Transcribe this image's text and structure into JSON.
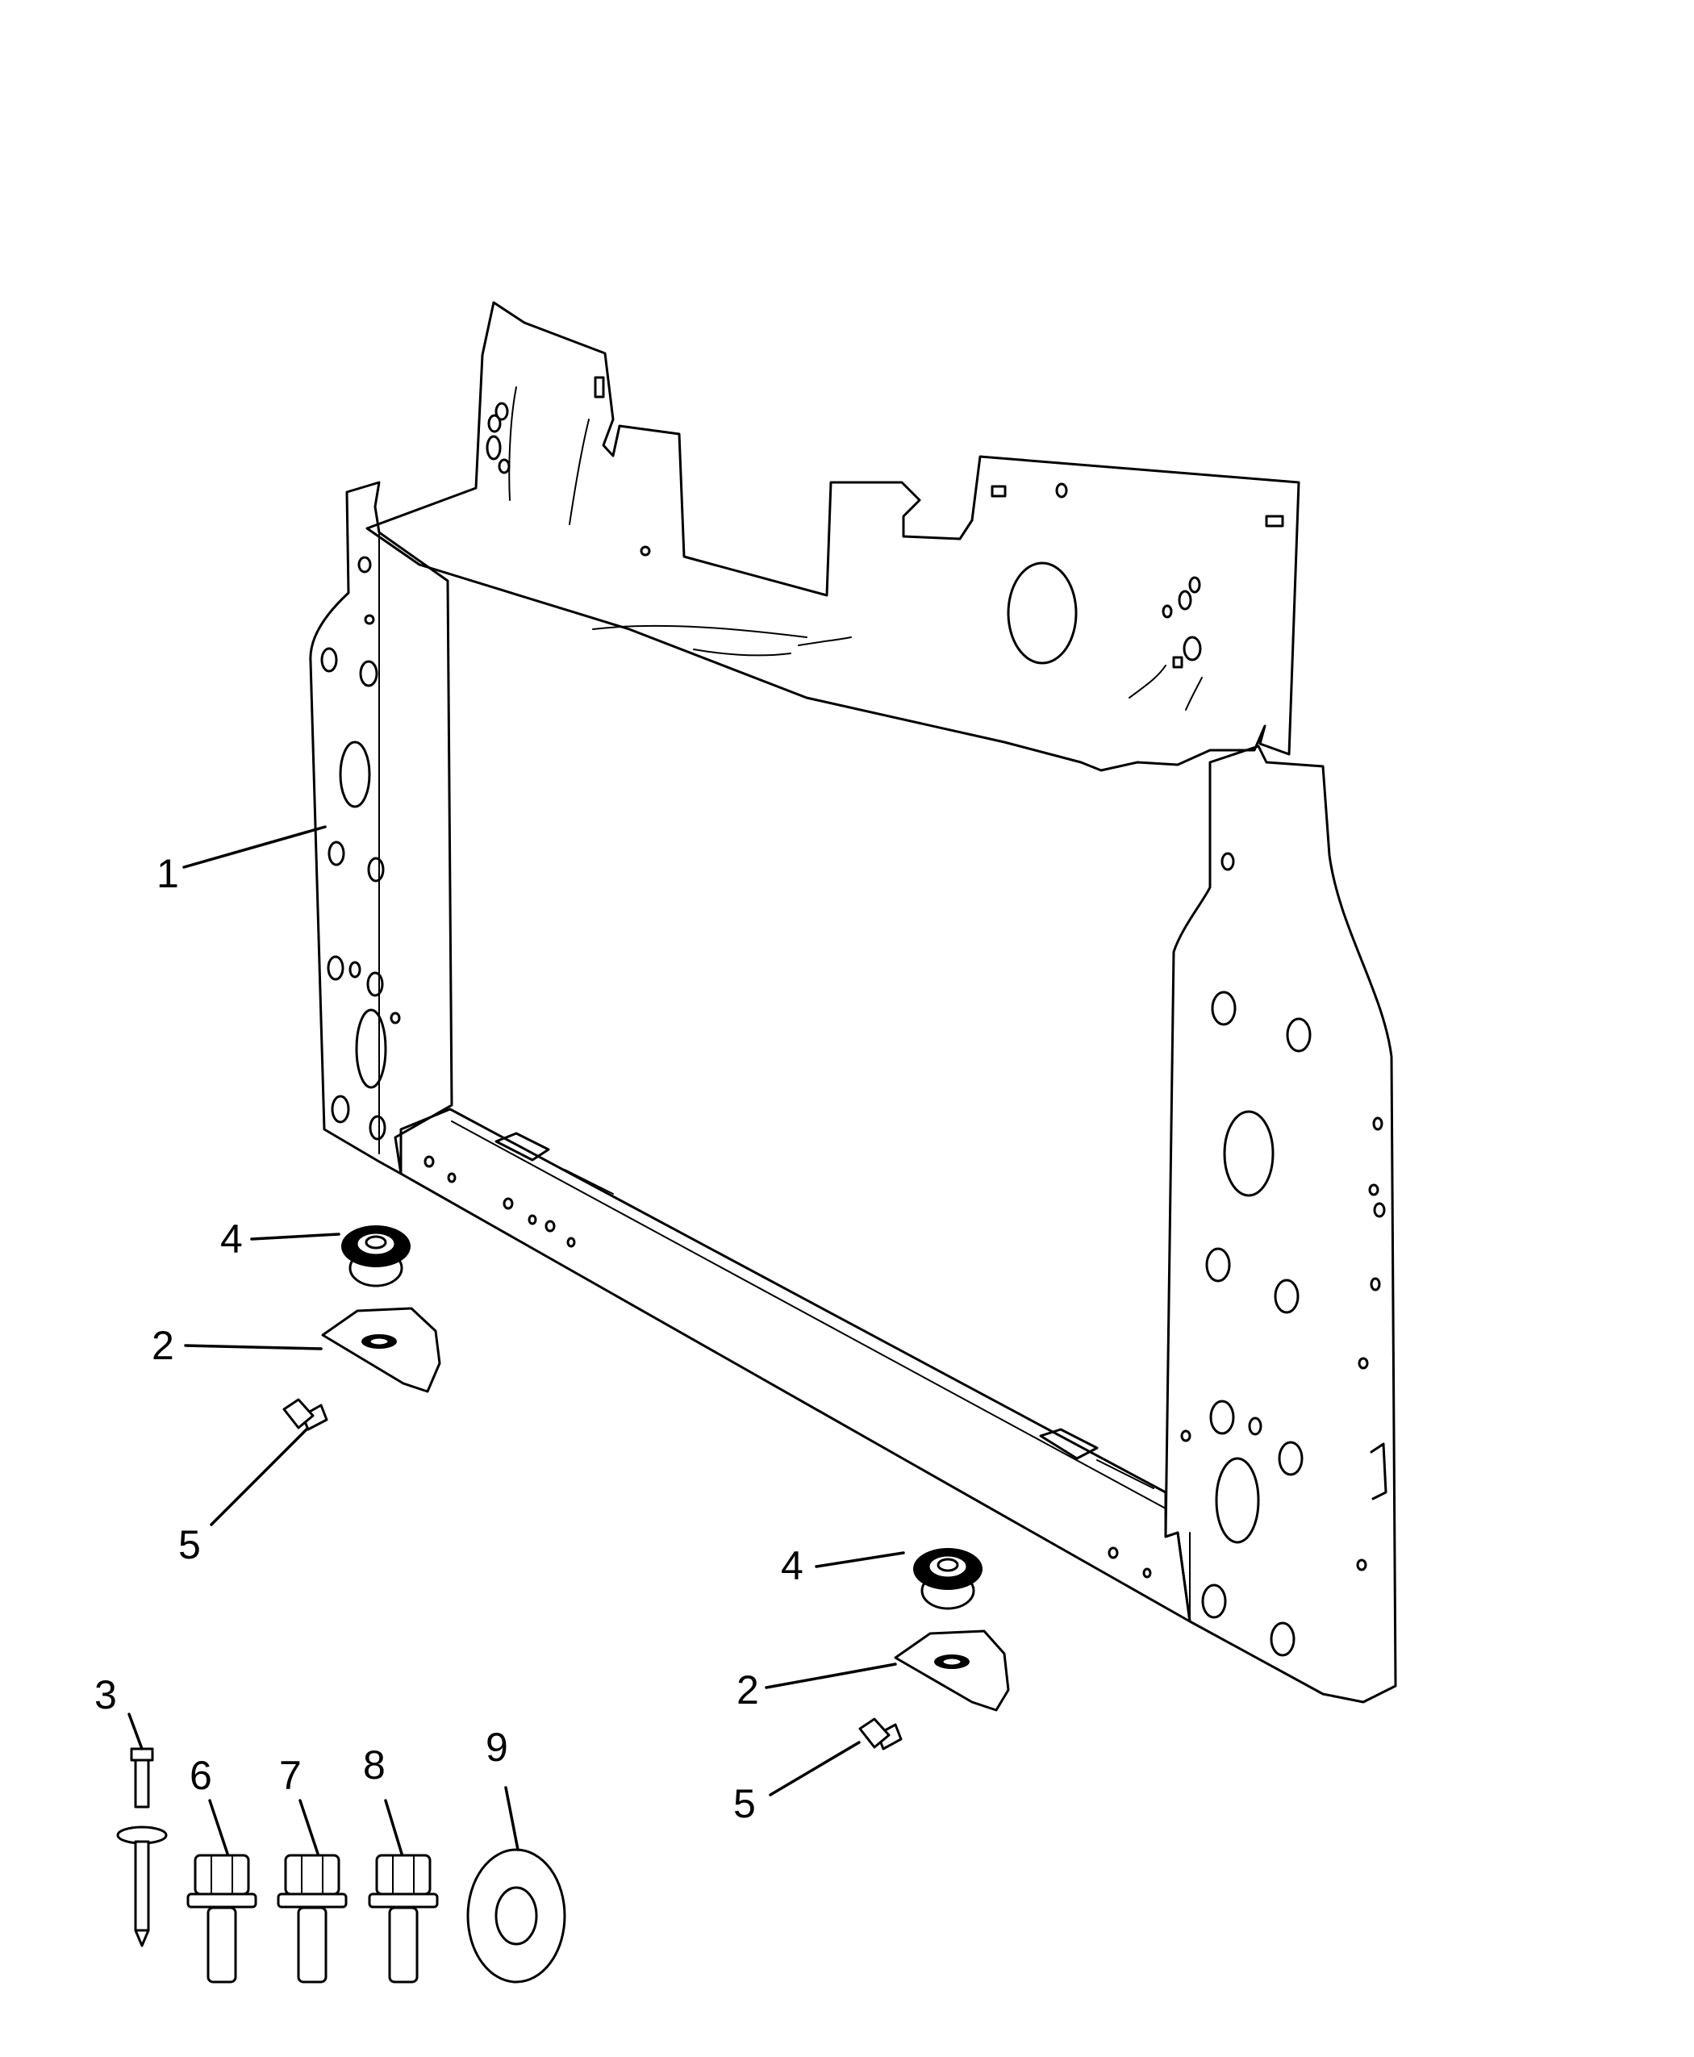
{
  "callouts": [
    {
      "id": "c1",
      "text": "1"
    },
    {
      "id": "c2a",
      "text": "2"
    },
    {
      "id": "c2b",
      "text": "2"
    },
    {
      "id": "c3",
      "text": "3"
    },
    {
      "id": "c4a",
      "text": "4"
    },
    {
      "id": "c4b",
      "text": "4"
    },
    {
      "id": "c5a",
      "text": "5"
    },
    {
      "id": "c5b",
      "text": "5"
    },
    {
      "id": "c6",
      "text": "6"
    },
    {
      "id": "c7",
      "text": "7"
    },
    {
      "id": "c8",
      "text": "8"
    },
    {
      "id": "c9",
      "text": "9"
    }
  ]
}
